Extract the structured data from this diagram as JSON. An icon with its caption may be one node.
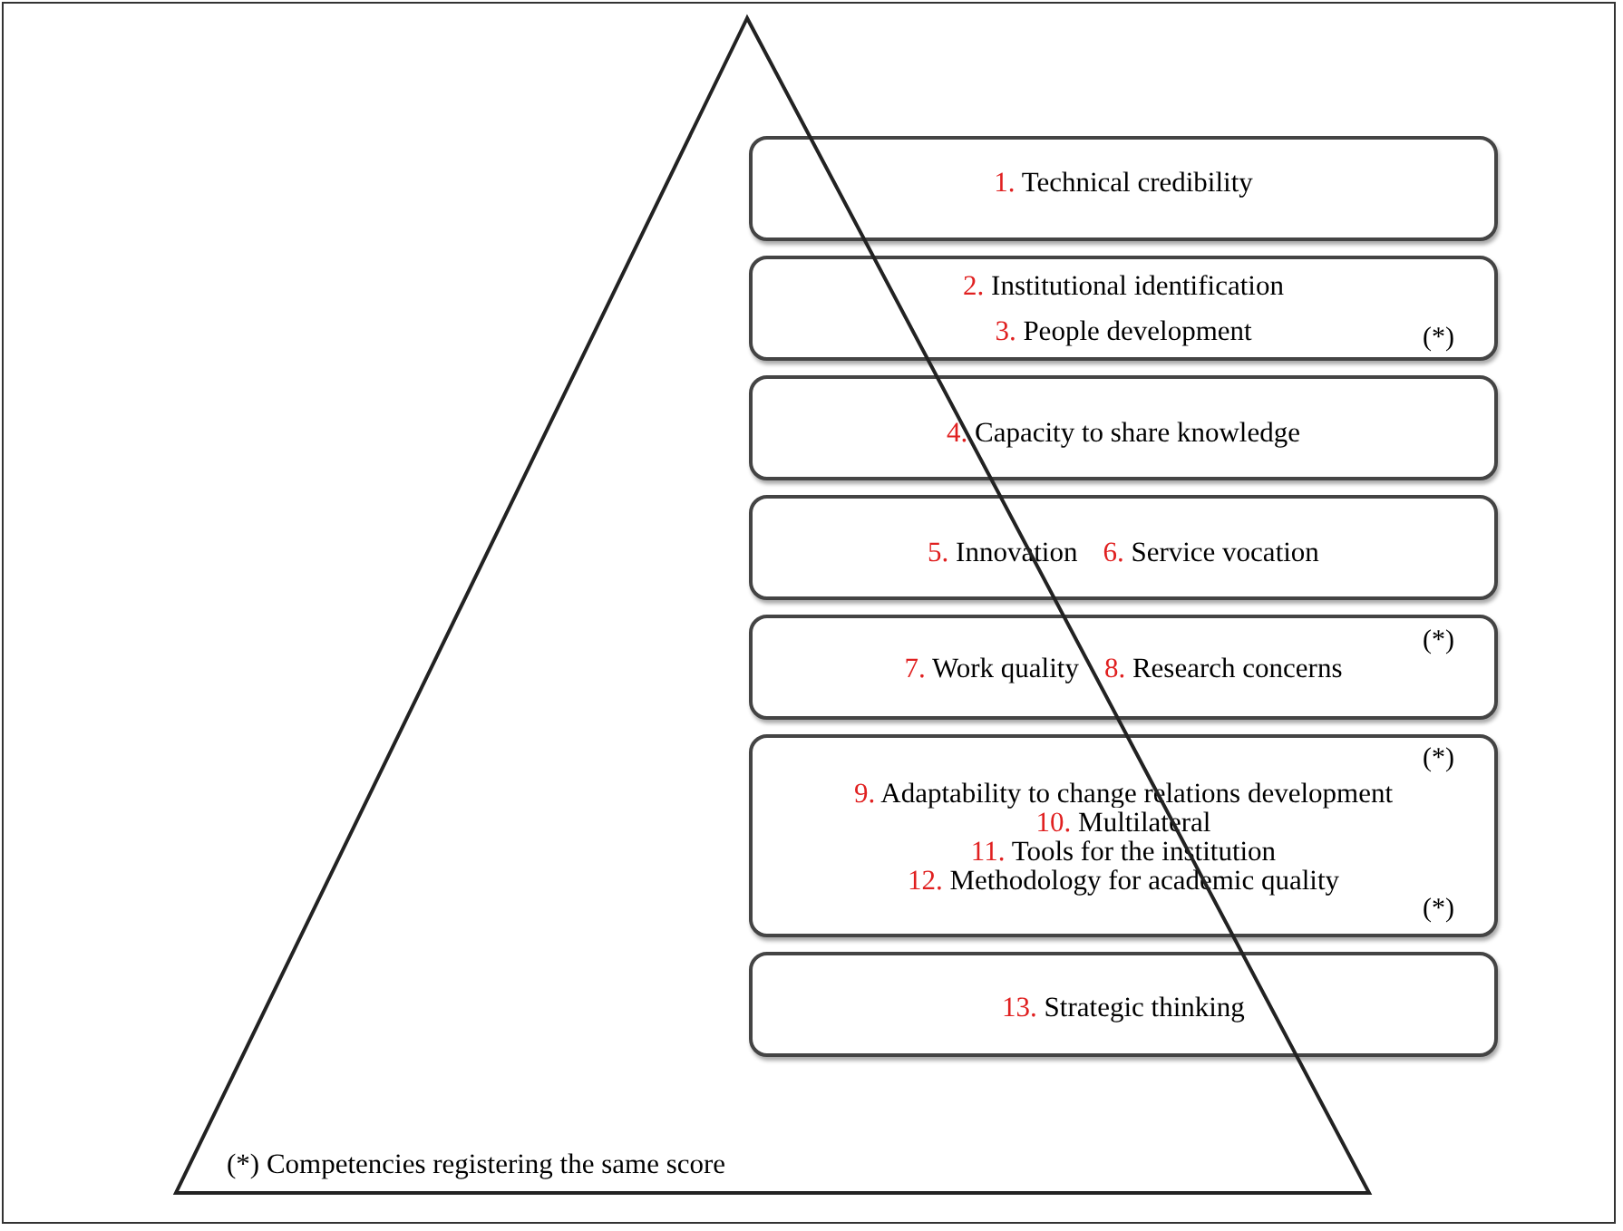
{
  "diagram": {
    "nodes": [
      {
        "text": [
          "(*) Competencies registering the same score"
        ]
      },
      {
        "text": [
          "1. Technical credibility"
        ]
      },
      {
        "text": [
          "2. Institutional identification",
          "3. People development",
          "(*)"
        ]
      },
      {
        "text": [
          "4. Capacity to share knowledge"
        ]
      },
      {
        "text": [
          "5. Innovation",
          "6. Service vocation"
        ]
      },
      {
        "text": [
          "(*)",
          "7. Work quality",
          "8. Research concerns"
        ]
      },
      {
        "text": [
          "(*)",
          "9. Adaptability to change relations development",
          "10. Multilateral",
          "11. Tools for the institution",
          "12. Methodology for academic quality",
          "(*)"
        ]
      },
      {
        "text": [
          "13. Strategic thinking"
        ]
      }
    ]
  }
}
